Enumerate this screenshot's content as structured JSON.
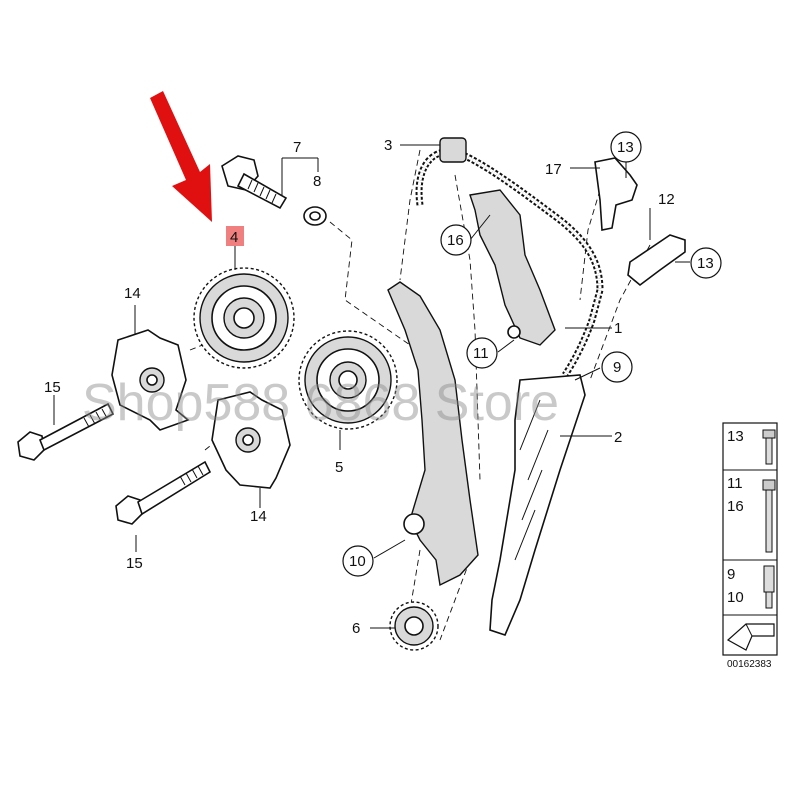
{
  "callouts": {
    "c1": "1",
    "c2": "2",
    "c3": "3",
    "c4": "4",
    "c5": "5",
    "c6": "6",
    "c7": "7",
    "c8": "8",
    "c9": "9",
    "c10": "10",
    "c11": "11",
    "c12": "12",
    "c13a": "13",
    "c13b": "13",
    "c14a": "14",
    "c14b": "14",
    "c15a": "15",
    "c15b": "15",
    "c16": "16",
    "c17": "17"
  },
  "legend": {
    "row1_num": "13",
    "row2_num_a": "11",
    "row2_num_b": "16",
    "row3_num_a": "9",
    "row3_num_b": "10",
    "diagram_id": "00162383"
  },
  "watermark": "Shop588 6868 Store",
  "colors": {
    "arrow": "#e01010",
    "highlight": "#f08080"
  }
}
